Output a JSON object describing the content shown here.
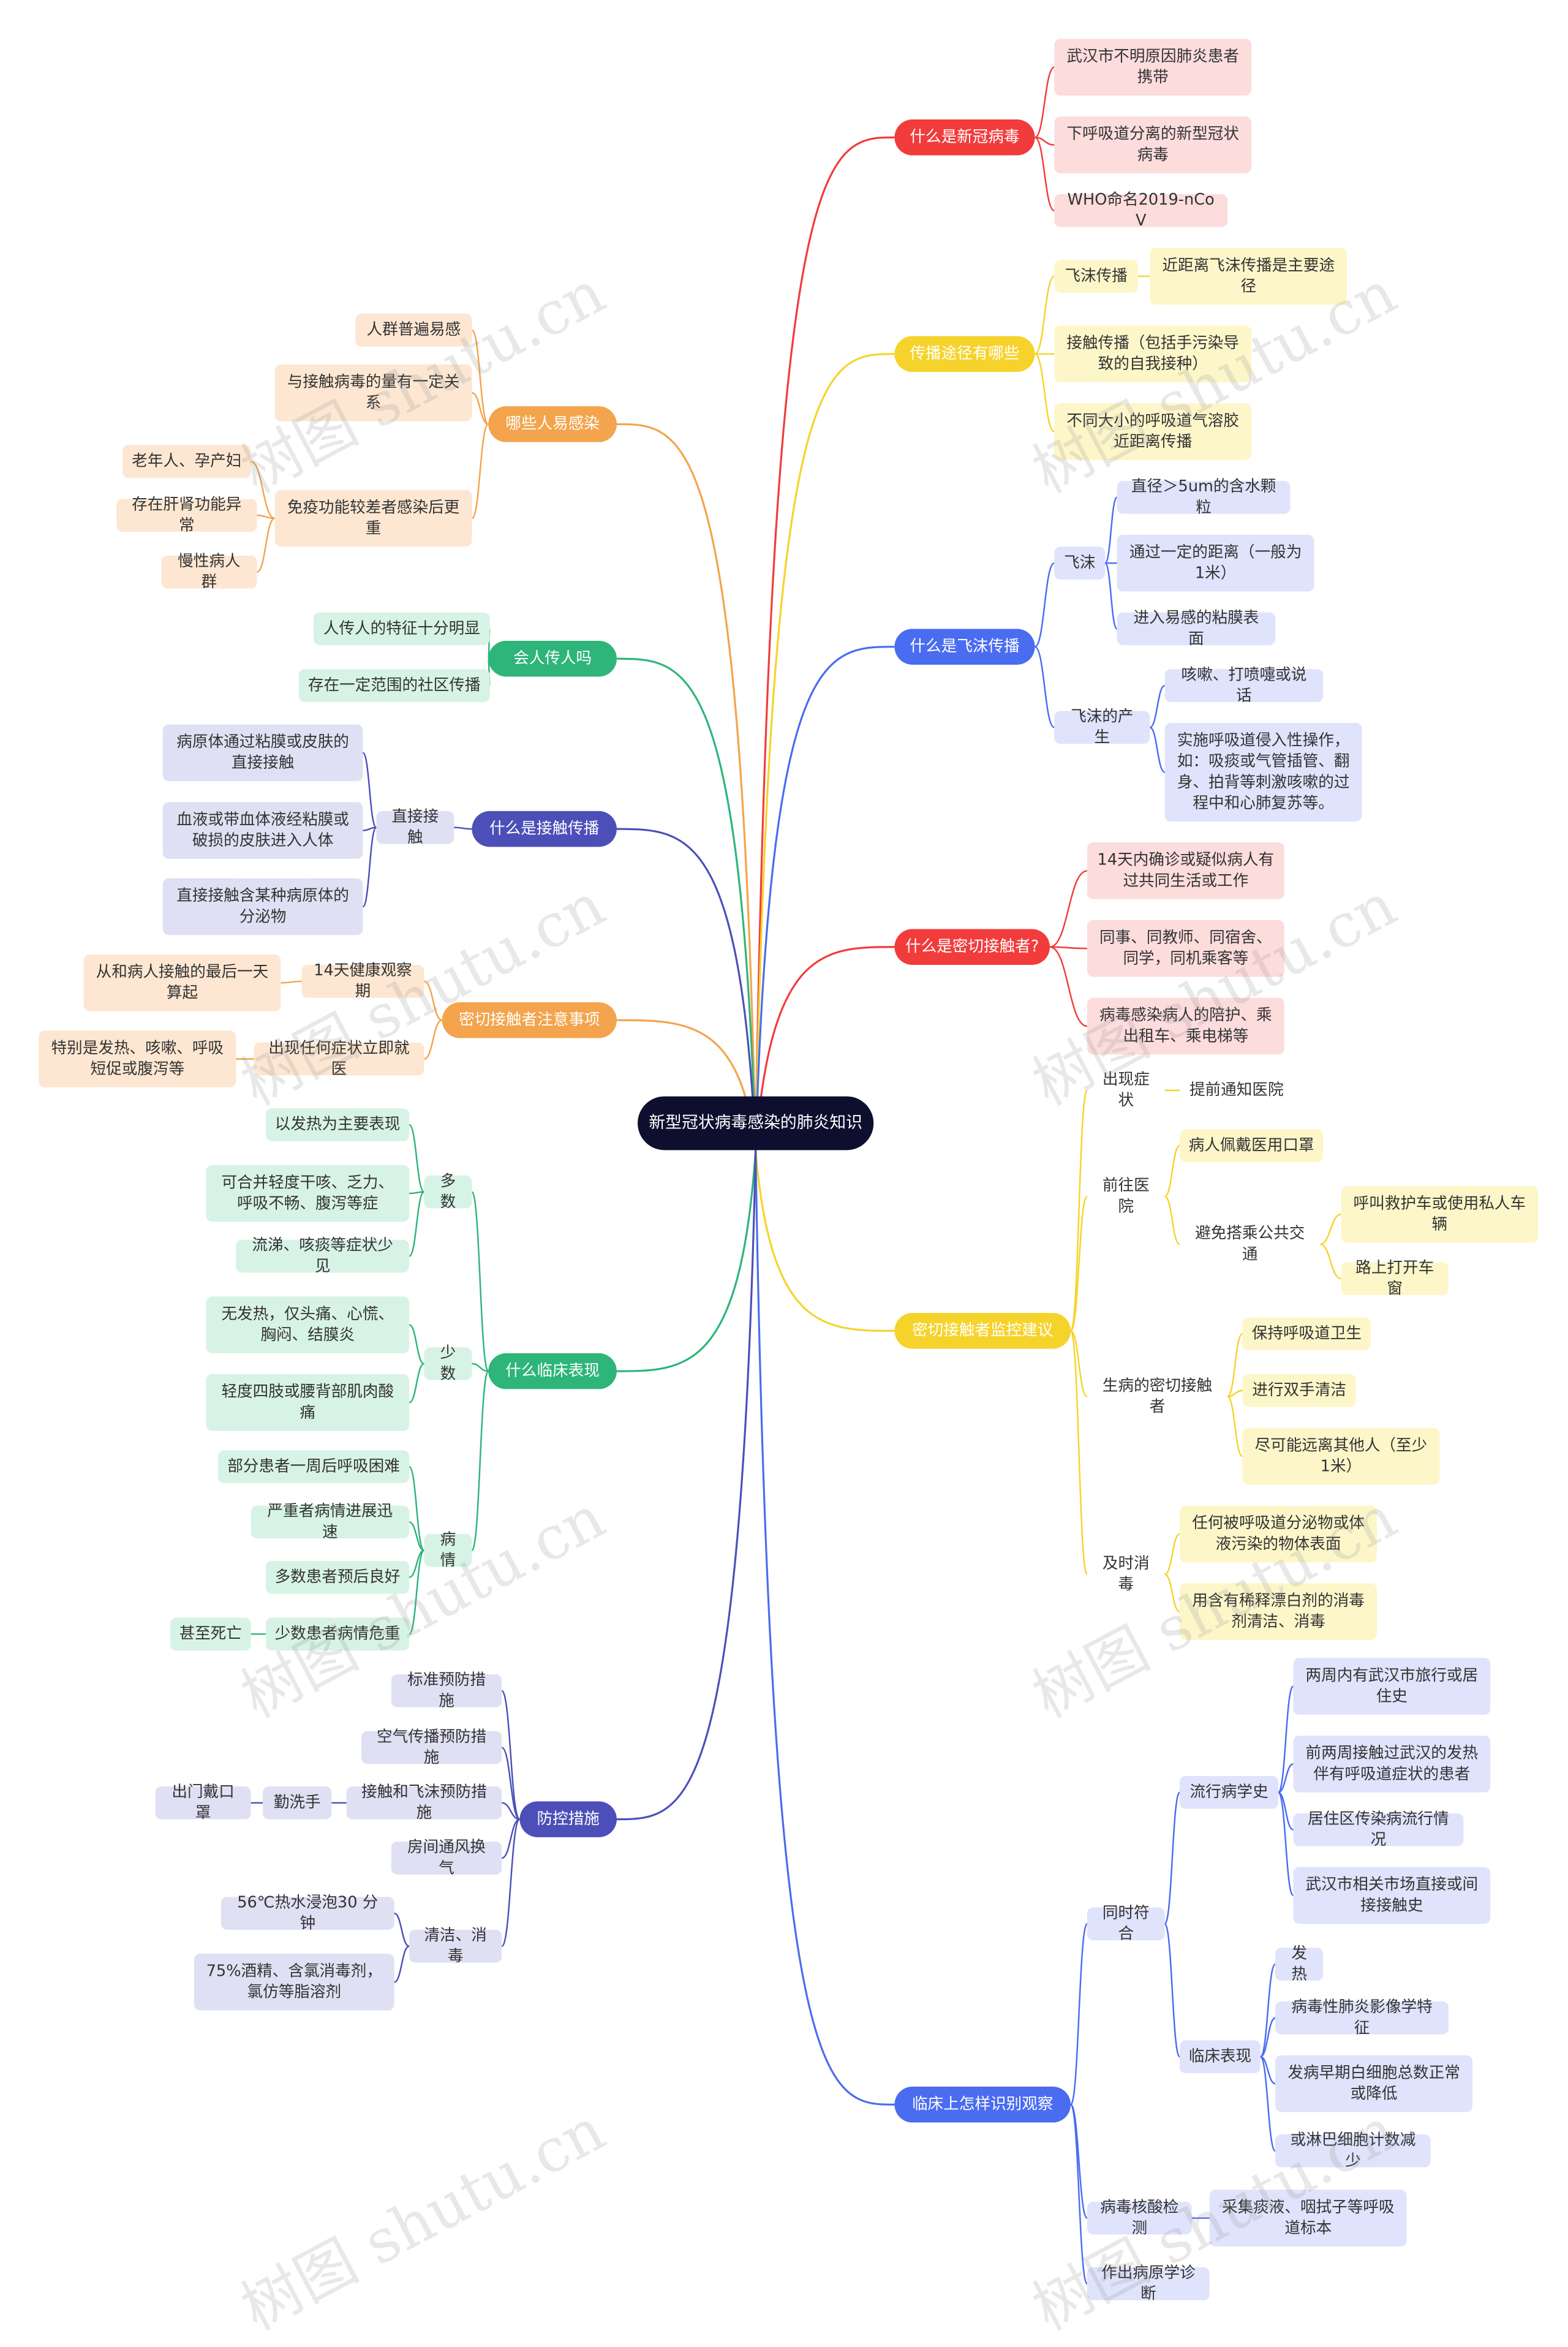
{
  "watermark": "树图 shutu.cn",
  "root": "新型冠状病毒感染的肺炎知识",
  "colors": {
    "red": "#f23b3b",
    "redLight": "#fddcdc",
    "yellow": "#f6d32b",
    "yellowLight": "#fdf6c9",
    "blue": "#4a6cf0",
    "blueLight": "#dfe3fb",
    "orange": "#f3a44c",
    "orangeLight": "#fde7d2",
    "green": "#2db57a",
    "greenLight": "#d7f3e6",
    "indigo": "#4c4fb8",
    "indigoLight": "#e0e0f4",
    "root": "#0e0f2e"
  },
  "nodes": {
    "r1": "什么是新冠病毒",
    "r1a": "武汉市不明原因肺炎患者携带",
    "r1b": "下呼吸道分离的新型冠状病毒",
    "r1c": "WHO命名2019-nCoV",
    "r2": "传播途径有哪些",
    "r2a": "飞沫传播",
    "r2a1": "近距离飞沫传播是主要途径",
    "r2b": "接触传播（包括手污染导致的自我接种）",
    "r2c": "不同大小的呼吸道气溶胶近距离传播",
    "r3": "什么是飞沫传播",
    "r3a": "飞沫",
    "r3a1": "直径＞5um的含水颗粒",
    "r3a2": "通过一定的距离（一般为1米）",
    "r3a3": "进入易感的粘膜表面",
    "r3b": "飞沫的产生",
    "r3b1": "咳嗽、打喷嚏或说话",
    "r3b2": "实施呼吸道侵入性操作，如：吸痰或气管插管、翻身、拍背等刺激咳嗽的过程中和心肺复苏等。",
    "r4": "什么是密切接触者?",
    "r4a": "14天内确诊或疑似病人有过共同生活或工作",
    "r4b": "同事、同教师、同宿舍、同学，同机乘客等",
    "r4c": "病毒感染病人的陪护、乘出租车、乘电梯等",
    "r5": "密切接触者监控建议",
    "r5a": "出现症状",
    "r5a1": "提前通知医院",
    "r5b": "前往医院",
    "r5b1": "病人佩戴医用口罩",
    "r5b2": "避免搭乘公共交通",
    "r5b2a": "呼叫救护车或使用私人车辆",
    "r5b2b": "路上打开车窗",
    "r5c": "生病的密切接触者",
    "r5c1": "保持呼吸道卫生",
    "r5c2": "进行双手清洁",
    "r5c3": "尽可能远离其他人（至少1米）",
    "r5d": "及时消毒",
    "r5d1": "任何被呼吸道分泌物或体液污染的物体表面",
    "r5d2": "用含有稀释漂白剂的消毒剂清洁、消毒",
    "r6": "临床上怎样识别观察",
    "r6a": "同时符合",
    "r6a1": "流行病学史",
    "r6a1a": "两周内有武汉市旅行或居住史",
    "r6a1b": "前两周接触过武汉的发热伴有呼吸道症状的患者",
    "r6a1c": "居住区传染病流行情况",
    "r6a1d": "武汉市相关市场直接或间接接触史",
    "r6a2": "临床表现",
    "r6a2a": "发热",
    "r6a2b": "病毒性肺炎影像学特征",
    "r6a2c": "发病早期白细胞总数正常或降低",
    "r6a2d": "或淋巴细胞计数减少",
    "r6b": "病毒核酸检测",
    "r6b1": "采集痰液、咽拭子等呼吸道标本",
    "r6c": "作出病原学诊断",
    "l1": "哪些人易感染",
    "l1a": "人群普遍易感",
    "l1b": "与接触病毒的量有一定关系",
    "l1c": "免疫功能较差者感染后更重",
    "l1c1": "老年人、孕产妇",
    "l1c2": "存在肝肾功能异常",
    "l1c3": "慢性病人群",
    "l2": "会人传人吗",
    "l2a": "人传人的特征十分明显",
    "l2b": "存在一定范围的社区传播",
    "l3": "什么是接触传播",
    "l3a": "直接接触",
    "l3a1": "病原体通过粘膜或皮肤的直接接触",
    "l3a2": "血液或带血体液经粘膜或破损的皮肤进入人体",
    "l3a3": "直接接触含某种病原体的分泌物",
    "l4": "密切接触者注意事项",
    "l4a": "14天健康观察期",
    "l4a1": "从和病人接触的最后一天算起",
    "l4b": "出现任何症状立即就医",
    "l4b1": "特别是发热、咳嗽、呼吸短促或腹泻等",
    "l5": "什么临床表现",
    "l5a": "多数",
    "l5a1": "以发热为主要表现",
    "l5a2": "可合并轻度干咳、乏力、呼吸不畅、腹泻等症",
    "l5a3": "流涕、咳痰等症状少见",
    "l5b": "少数",
    "l5b1": "无发热，仅头痛、心慌、胸闷、结膜炎",
    "l5b2": "轻度四肢或腰背部肌肉酸痛",
    "l5c": "病情",
    "l5c1": "部分患者一周后呼吸困难",
    "l5c2": "严重者病情进展迅速",
    "l5c3": "多数患者预后良好",
    "l5c4": "少数患者病情危重",
    "l5c4a": "甚至死亡",
    "l6": "防控措施",
    "l6a": "标准预防措施",
    "l6b": "空气传播预防措施",
    "l6c": "接触和飞沫预防措施",
    "l6c1": "勤洗手",
    "l6c1a": "出门戴口罩",
    "l6d": "房间通风换气",
    "l6e": "清洁、消毒",
    "l6e1": "56℃热水浸泡30 分钟",
    "l6e2": "75%酒精、含氯消毒剂，氯仿等脂溶剂"
  }
}
